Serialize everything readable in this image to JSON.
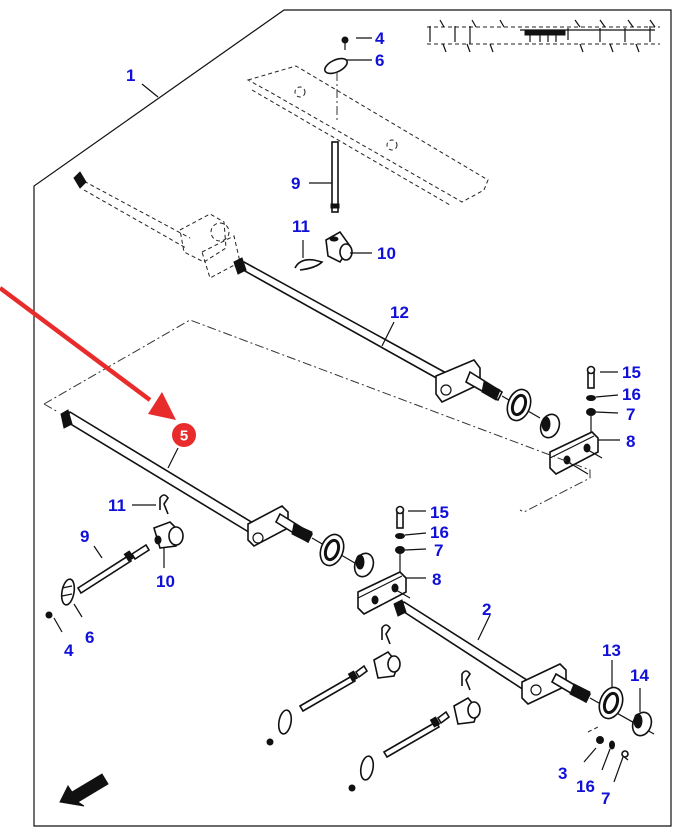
{
  "figure": {
    "type": "exploded-parts-diagram",
    "highlight": {
      "label": "5",
      "color": "#e82c2c",
      "arrow_color": "#e82c2c"
    },
    "callout_color": "#1010d8",
    "callouts": {
      "c1": "1",
      "c2": "2",
      "c3": "3",
      "c4_top": "4",
      "c4_left": "4",
      "c6_top": "6",
      "c6_left": "6",
      "c7_right": "7",
      "c7_mid": "7",
      "c7_bottom": "7",
      "c8_right": "8",
      "c8_mid": "8",
      "c9_top": "9",
      "c9_left": "9",
      "c10_top": "10",
      "c10_left": "10",
      "c11_top": "11",
      "c11_left": "11",
      "c12": "12",
      "c13": "13",
      "c14": "14",
      "c15_right": "15",
      "c15_mid": "15",
      "c16_right": "16",
      "c16_mid": "16",
      "c16_bottom": "16"
    },
    "icons": {
      "thumbnail": "assembly-overview-thumbnail",
      "orientation": "direction-arrow-icon"
    }
  }
}
